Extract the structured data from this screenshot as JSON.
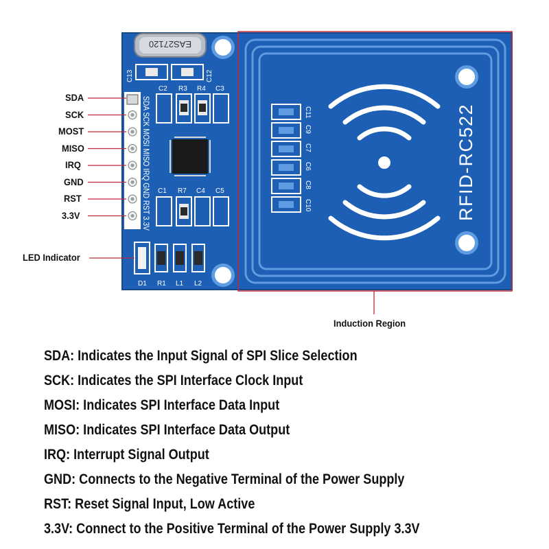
{
  "pins": [
    {
      "id": "sda",
      "label": "SDA",
      "silk": "SDA"
    },
    {
      "id": "sck",
      "label": "SCK",
      "silk": "SCK"
    },
    {
      "id": "mosi",
      "label": "MOST",
      "silk": "MOSI"
    },
    {
      "id": "miso",
      "label": "MISO",
      "silk": "MISO"
    },
    {
      "id": "irq",
      "label": "IRQ",
      "silk": "IRQ"
    },
    {
      "id": "gnd",
      "label": "GND",
      "silk": "GND"
    },
    {
      "id": "rst",
      "label": "RST",
      "silk": "RST"
    },
    {
      "id": "v33",
      "label": "3.3V",
      "silk": "3.3V"
    }
  ],
  "callouts": {
    "led": "LED Indicator",
    "induction": "Induction Region"
  },
  "board": {
    "crystal_text": "EAS27120",
    "antenna_text": "RFID-RC522",
    "components": {
      "c13": "C13",
      "c12": "C12",
      "c2": "C2",
      "r3": "R3",
      "r4": "R4",
      "c3": "C3",
      "c1": "C1",
      "r7": "R7",
      "c4": "C4",
      "c5": "C5",
      "d1": "D1",
      "r1": "R1",
      "l1": "L1",
      "l2": "L2",
      "c11": "C11",
      "c9": "C9",
      "c7": "C7",
      "c6": "C6",
      "c8": "C8",
      "c10": "C10"
    },
    "colors": {
      "pcb": "#1d5fb4",
      "trace": "#5f9be0",
      "leader": "#c0283a",
      "copper": "#eaeaea"
    }
  },
  "descriptions": [
    "SDA: Indicates the Input Signal of SPI Slice Selection",
    "SCK: Indicates the SPI Interface Clock Input",
    "MOSI: Indicates SPI Interface Data Input",
    "MISO: Indicates SPI Interface Data Output",
    "IRQ: Interrupt Signal Output",
    "GND: Connects to the Negative Terminal of the Power Supply",
    "RST: Reset Signal Input, Low Active",
    "3.3V: Connect to the Positive Terminal of the Power Supply 3.3V"
  ]
}
